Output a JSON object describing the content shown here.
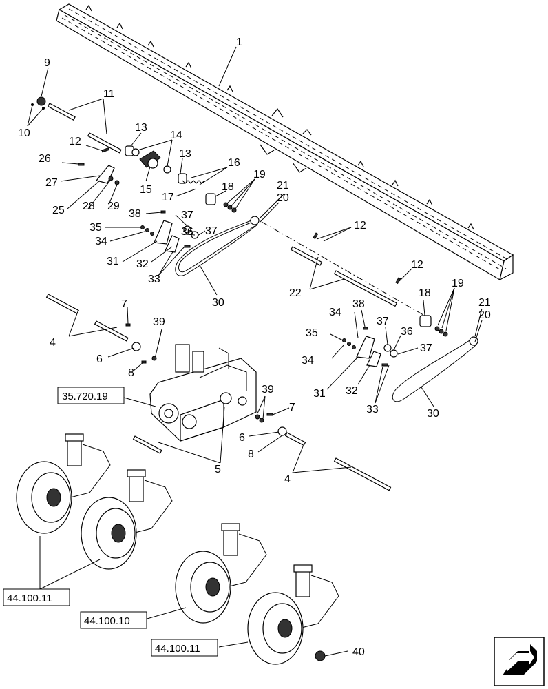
{
  "callouts": {
    "c1": "1",
    "c4a": "4",
    "c4b": "4",
    "c5": "5",
    "c6a": "6",
    "c6b": "6",
    "c7a": "7",
    "c7b": "7",
    "c8a": "8",
    "c8b": "8",
    "c9": "9",
    "c10": "10",
    "c11": "11",
    "c12a": "12",
    "c12b": "12",
    "c12c": "12",
    "c13a": "13",
    "c13b": "13",
    "c14": "14",
    "c15": "15",
    "c16": "16",
    "c17": "17",
    "c18a": "18",
    "c18b": "18",
    "c19a": "19",
    "c19b": "19",
    "c20a": "20",
    "c20b": "20",
    "c21a": "21",
    "c21b": "21",
    "c22": "22",
    "c25": "25",
    "c26": "26",
    "c27": "27",
    "c28": "28",
    "c29": "29",
    "c30a": "30",
    "c30b": "30",
    "c31a": "31",
    "c31b": "31",
    "c32a": "32",
    "c32b": "32",
    "c33a": "33",
    "c33b": "33",
    "c34a": "34",
    "c34b": "34",
    "c35a": "35",
    "c35b": "35",
    "c36a": "36",
    "c36b": "36",
    "c37a": "37",
    "c37b": "37",
    "c37c": "37",
    "c38a": "38",
    "c38b": "38",
    "c39a": "39",
    "c39b": "39",
    "c40": "40"
  },
  "references": {
    "r1": "35.720.19",
    "r2": "44.100.11",
    "r3": "44.100.10",
    "r4": "44.100.11"
  },
  "icons": {
    "nav": "next-page-arrow-icon"
  }
}
